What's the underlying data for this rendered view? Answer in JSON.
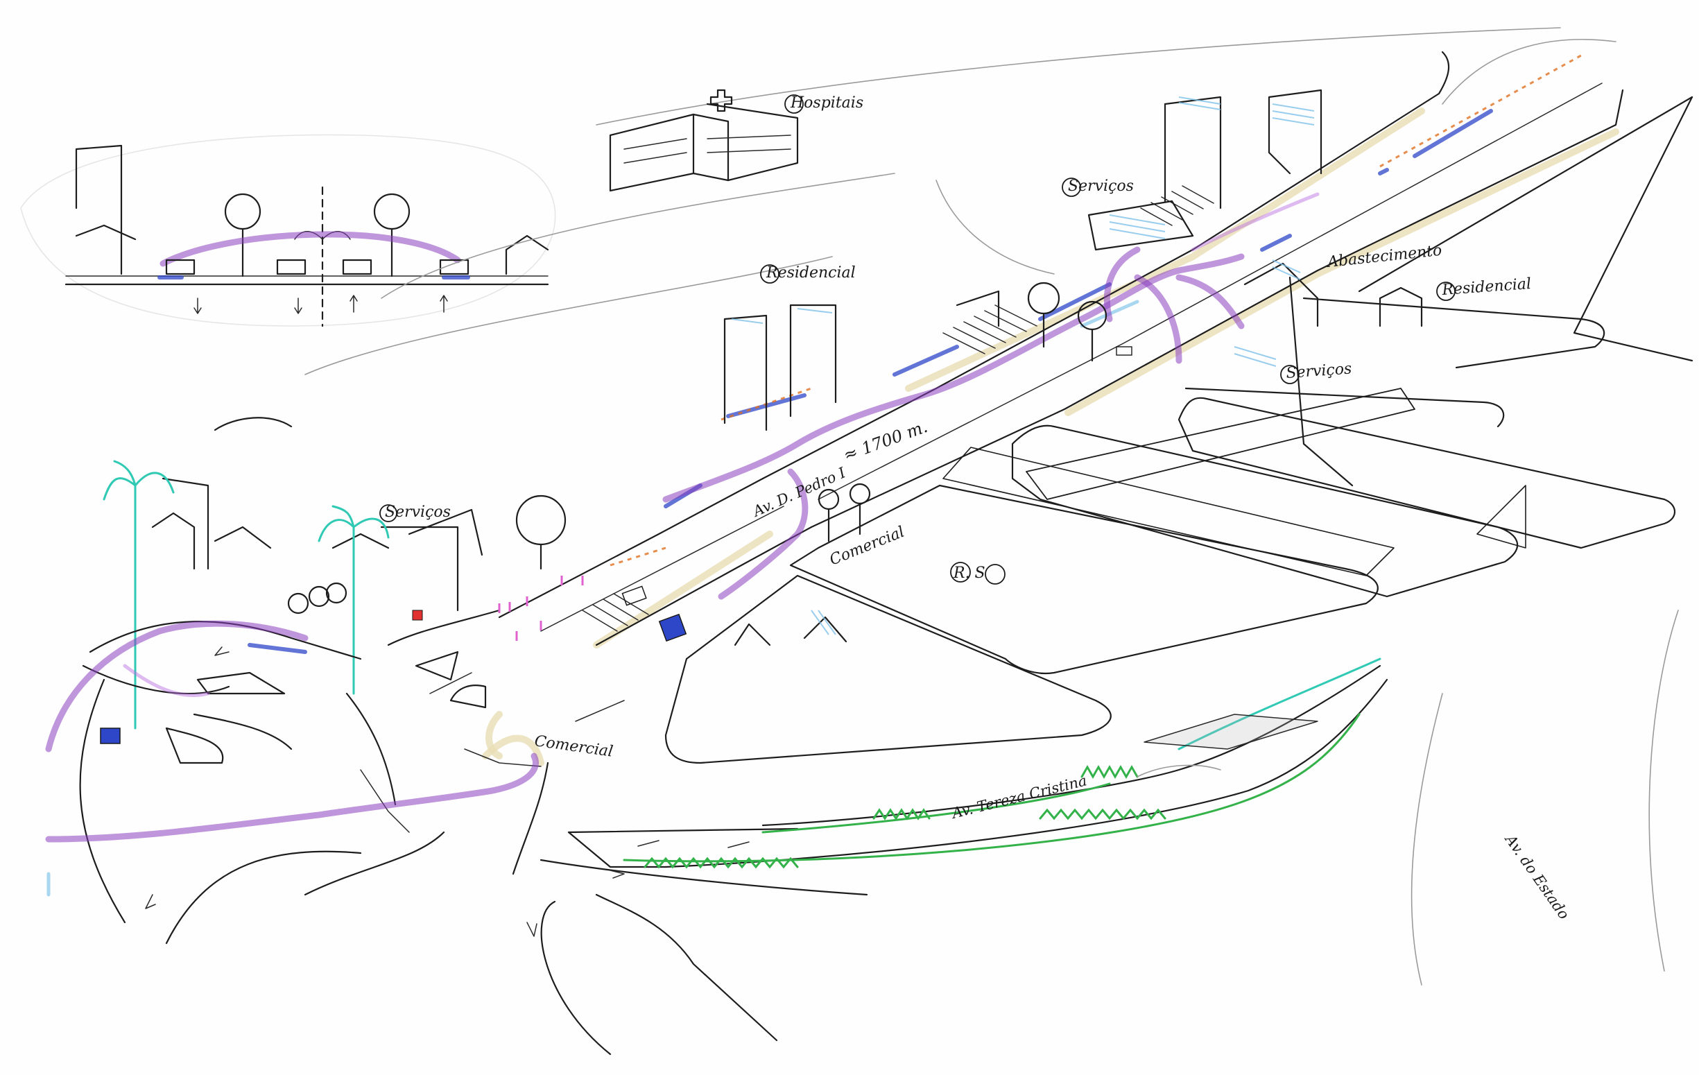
{
  "labels": {
    "hospitais": "Hospitais",
    "servicos_top": "Serviços",
    "residencial_top": "Residencial",
    "abastecimento": "Abastecimento",
    "residencial_right": "Residencial",
    "servicos_right": "Serviços",
    "distance": "≈ 1700 m.",
    "av_d_pedro": "Av. D. Pedro I",
    "comercial_mid": "Comercial",
    "r_s": "R. S",
    "servicos_left": "Serviços",
    "comercial_low": "Comercial",
    "av_tereza": "Av. Tereza Cristina",
    "av_estado": "Av. do Estado"
  },
  "colors": {
    "bus_corridor": "#8a3fc0",
    "bike_lane": "#2e46c8",
    "park_strip": "#34b24a",
    "palm_trees": "#2fc9b4"
  }
}
